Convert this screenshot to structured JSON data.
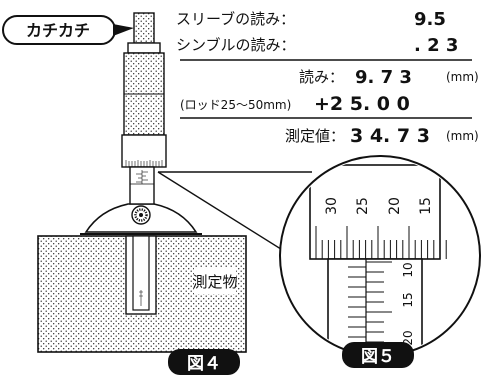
{
  "ratchet_label": "カチカチ",
  "readings": {
    "sleeve_label": "スリーブの読み：",
    "sleeve_value": "9.5",
    "thimble_label": "シンブルの読み：",
    "thimble_value": ". 2 3",
    "reading_label": "読み：",
    "reading_value": "9. 7 3",
    "reading_unit": "(mm)",
    "rod_label": "(ロッド25〜50mm)",
    "rod_value": "+2 5. 0 0",
    "measured_label": "測定値：",
    "measured_value": "3 4. 7 3",
    "measured_unit": "(mm)"
  },
  "workpiece_label": "測定物",
  "figures": {
    "fig4_label": "図４",
    "fig5_label": "図５"
  },
  "thimble_numbers": [
    "30",
    "25",
    "20",
    "15"
  ],
  "sleeve_numbers": [
    "10",
    "15",
    "20"
  ]
}
